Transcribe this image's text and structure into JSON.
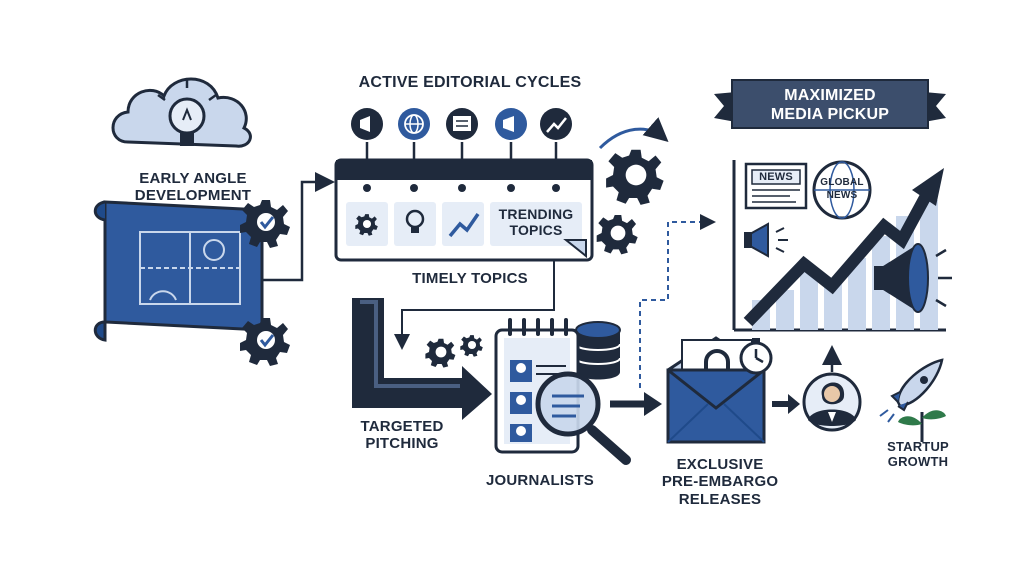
{
  "labels": {
    "early_angle": [
      "EARLY ANGLE",
      "DEVELOPMENT"
    ],
    "active_cycles": "ACTIVE EDITORIAL CYCLES",
    "trending": [
      "TRENDING",
      "TOPICS"
    ],
    "timely": "TIMELY TOPICS",
    "maximized": [
      "MAXIMIZED",
      "MEDIA PICKUP"
    ],
    "news_badge": "NEWS",
    "global_news": [
      "GLOBAL",
      "NEWS"
    ],
    "targeted": [
      "TARGETED",
      "PITCHING"
    ],
    "journalists": "JOURNALISTS",
    "exclusive": [
      "EXCLUSIVE",
      "PRE-EMBARGO",
      "RELEASES"
    ],
    "startup": [
      "STARTUP",
      "GROWTH"
    ]
  },
  "icons": [
    "cloud-lightbulb-icon",
    "blueprint-icon",
    "check-gear-icon",
    "megaphone-icon",
    "globe-icon",
    "newspaper-icon",
    "trend-arrow-icon",
    "gear-icon",
    "lightbulb-icon",
    "binder-icon",
    "magnifier-icon",
    "database-icon",
    "envelope-lock-icon",
    "stopwatch-icon",
    "person-avatar-icon",
    "rocket-icon",
    "growth-chart-icon"
  ],
  "colors": {
    "navy": "#1f2a3c",
    "blue": "#2f5a9e",
    "light_blue": "#c9d7ec",
    "panel": "#e6edf7"
  }
}
